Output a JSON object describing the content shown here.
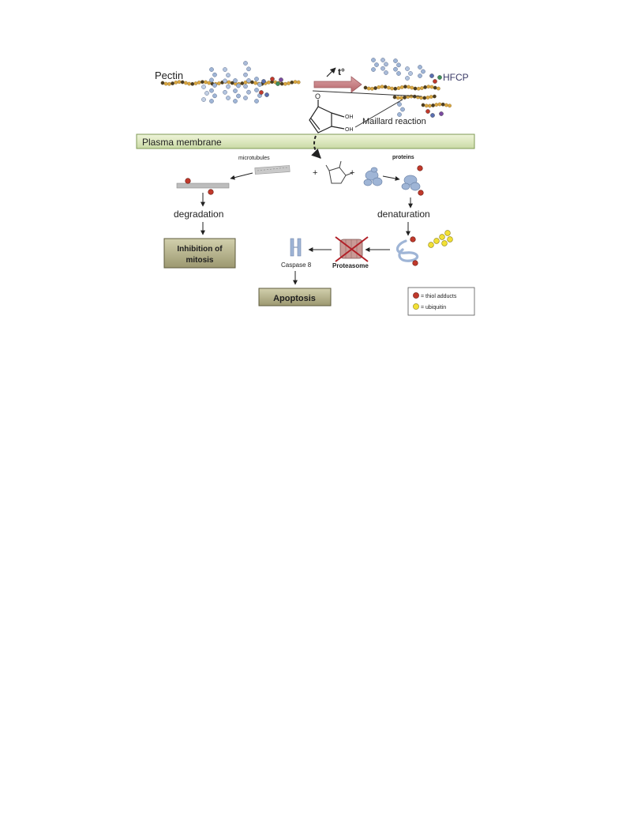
{
  "labels": {
    "pectin": "Pectin",
    "temperature": "t°",
    "hfcp": "HFCP",
    "maillard": "Maillard reaction",
    "oh_top": "OH",
    "oh_bottom": "OH",
    "ketone_o": "O",
    "membrane": "Plasma membrane",
    "microtubules": "microtubules",
    "proteins": "proteins",
    "plus1": "+",
    "plus2": "+",
    "degradation": "degradation",
    "denaturation": "denaturation",
    "caspase": "Caspase 8",
    "proteasome": "Proteasome"
  },
  "boxes": {
    "inhibition_line1": "Inhibition of",
    "inhibition_line2": "mitosis",
    "apoptosis": "Apoptosis"
  },
  "legend": {
    "thiol": "= thiol adducts",
    "ubiquitin": "= ubiquitin"
  },
  "colors": {
    "membrane_fill": "#dfe9c4",
    "membrane_stroke": "#7f9a55",
    "box_fill": "#b7b48e",
    "box_stroke": "#5e5b3d",
    "pectin_arrow": "#c77f84",
    "thiol": "#c0392b",
    "ubiquitin": "#f2e035",
    "protein": "#9fb5d6",
    "chain_orange": "#d9a641",
    "chain_dark": "#4b3d22",
    "hfcp_text": "#3a3a66"
  }
}
